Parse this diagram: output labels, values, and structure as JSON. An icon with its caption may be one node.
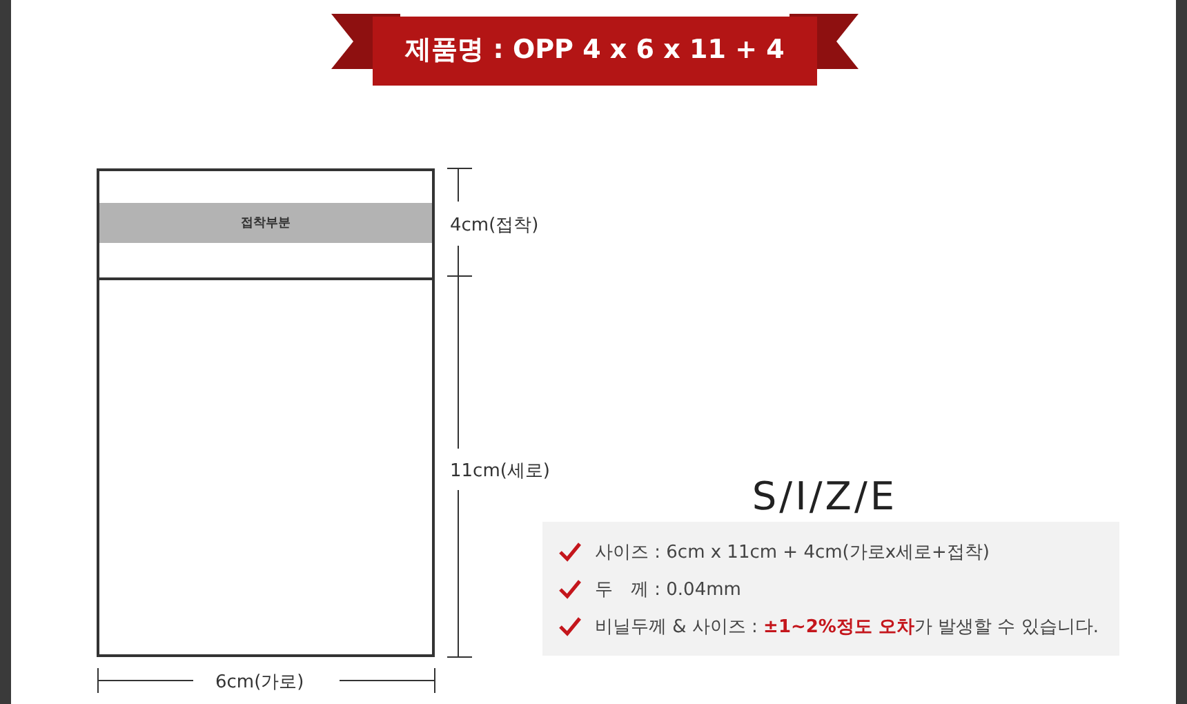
{
  "diagram": {
    "title": "제품명 : OPP 4 x 6 x 11 + 4",
    "nodes": [
      {
        "text": [],
        "shape": "box"
      },
      {
        "text": [
          "접착부분"
        ],
        "in": 0
      }
    ],
    "labels": [
      "4cm(접착)",
      "11cm(세로)",
      "6cm(가로)",
      "S/I/Z/E",
      "사이즈 : 6cm x 11cm + 4cm(가로x세로+접착)",
      "두　께 : 0.04mm",
      "비닐두께 & 사이즈 : **±1~2%정도 오차**가 발생할 수 있습니다."
    ]
  }
}
